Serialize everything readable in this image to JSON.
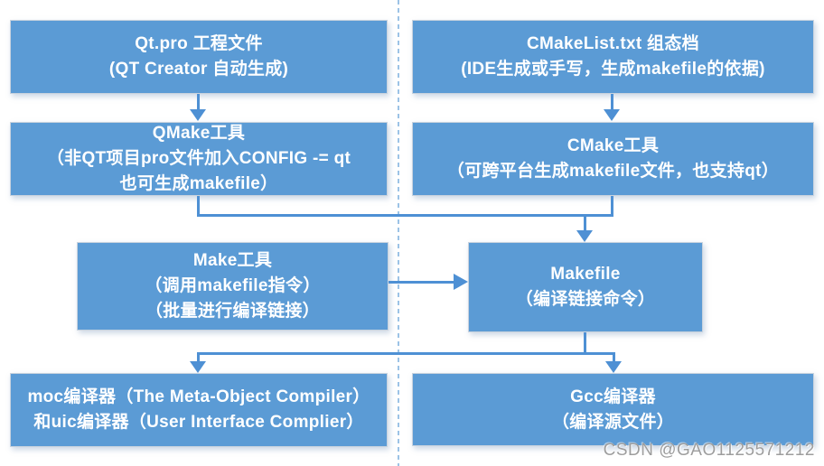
{
  "diagram": {
    "title": "Qt / CMake build toolchain flowchart",
    "colors": {
      "node_fill": "#5B9BD5",
      "connector": "#4E90D4",
      "dashed_divider": "#9CC3E6",
      "node_text": "#FFFFFF",
      "watermark_text": "#9D9D9D"
    },
    "nodes": {
      "qtpro": {
        "lines": [
          "Qt.pro 工程文件",
          "(QT Creator 自动生成)"
        ]
      },
      "cmakelist": {
        "lines": [
          "CMakeList.txt 组态档",
          "(IDE生成或手写，生成makefile的依据)"
        ]
      },
      "qmake": {
        "lines": [
          "QMake工具",
          "（非QT项目pro文件加入CONFIG -= qt",
          "也可生成makefile）"
        ]
      },
      "cmake": {
        "lines": [
          "CMake工具",
          "（可跨平台生成makefile文件，也支持qt）"
        ]
      },
      "make": {
        "lines": [
          "Make工具",
          "（调用makefile指令）",
          "（批量进行编译链接）"
        ]
      },
      "makefile": {
        "lines": [
          "Makefile",
          "（编译链接命令）"
        ]
      },
      "moc": {
        "lines": [
          "moc编译器（The Meta-Object Compiler）",
          "和uic编译器（User Interface Complier）"
        ]
      },
      "gcc": {
        "lines": [
          "Gcc编译器",
          "（编译源文件）"
        ]
      }
    },
    "edges": [
      {
        "from": "qtpro",
        "to": "qmake"
      },
      {
        "from": "cmakelist",
        "to": "cmake"
      },
      {
        "from": "qmake",
        "to": "makefile"
      },
      {
        "from": "cmake",
        "to": "makefile"
      },
      {
        "from": "make",
        "to": "makefile"
      },
      {
        "from": "makefile",
        "to": "moc"
      },
      {
        "from": "makefile",
        "to": "gcc"
      }
    ],
    "watermark": "CSDN @GAO1125571212"
  }
}
